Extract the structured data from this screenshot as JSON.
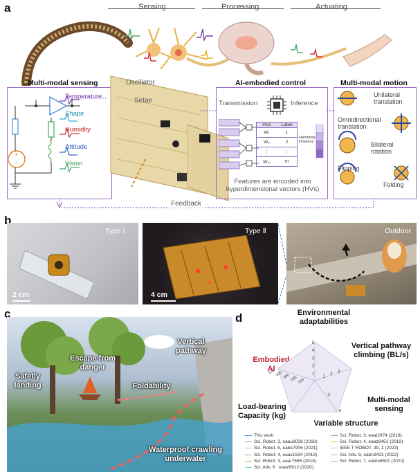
{
  "panels": {
    "a": "a",
    "b": "b",
    "c": "c",
    "d": "d"
  },
  "top_arrows": {
    "sensing": "Sensing",
    "processing": "Processing",
    "actuating": "Actuating"
  },
  "boxes": {
    "sensing": {
      "title": "Multi-modal sensing",
      "labels": {
        "temperature": "Temperature",
        "shape": "Shape",
        "humidity": "Humidity",
        "attitude": "Attitude",
        "vision": "Vision"
      }
    },
    "control": {
      "title": "AI-embodied control",
      "transmission": "Transmission",
      "inference": "Inference",
      "table_headers": [
        "HVs",
        "Label"
      ],
      "table_rows": [
        [
          "W₁",
          "1"
        ],
        [
          "W₂",
          "2"
        ],
        [
          "⋮",
          "⋮"
        ],
        [
          "Wₘ",
          "m"
        ]
      ],
      "hamming": "Hamming Distance",
      "caption": "Features are encoded into hyperdimensional vectors (HVs)"
    },
    "motion": {
      "title": "Multi-modal motion",
      "items": [
        "Unilateral translation",
        "Omnidirectional translation",
        "Bilateral rotation",
        "Flipping",
        "Folding"
      ]
    }
  },
  "robot_labels": {
    "oscillator": "Oscillator",
    "setae": "Setae"
  },
  "feedback": "Feedback",
  "photos": {
    "type1": "Type Ⅰ",
    "type2": "Type Ⅱ",
    "outdoor": "Outdoor",
    "scale1": "2 cm",
    "scale2": "4 cm"
  },
  "scene": {
    "safely_landing": "Safetly landing",
    "escape": "Escape from danger",
    "foldability": "Foldability",
    "vertical": "Vertical pathway",
    "waterproof": "Waterproof crawling underwater"
  },
  "radar": {
    "axes": [
      "Environmental adaptabilities",
      "Vertical pathway climbing (BL/s)",
      "Multi-modal sensing",
      "Variable structure",
      "Load-bearing Capacity (kg)"
    ],
    "center_label": "Embodied AI",
    "ticks_top": [
      "5",
      "4",
      "3",
      "2",
      "1"
    ],
    "ticks_right": [
      "3",
      "2",
      "1"
    ],
    "ticks_bottom_right": [
      "6",
      "3"
    ],
    "ticks_left": [
      "500",
      "400",
      "300",
      "200",
      "100"
    ],
    "colors": {
      "this_work": "#6a9ad6",
      "accent_red": "#c0202a",
      "grid": "#b9b3d6"
    }
  },
  "legend": [
    {
      "label": "This work",
      "color": "#5b8fd6"
    },
    {
      "label": "Sci. Robot. 3, eaat2874 (2018)",
      "color": "#9a9a9a"
    },
    {
      "label": "Sci. Robot. 3, eaau3038 (2018)",
      "color": "#7b9fcf"
    },
    {
      "label": "Sci. Robot. 4, eaaz6451 (2019)",
      "color": "#e5c35a"
    },
    {
      "label": "Sci. Robot. 6, eabe7906 (2021)",
      "color": "#c9b9e2"
    },
    {
      "label": "IEEE T ROBOT. 39, 1 (2023)",
      "color": "#bbbbbb"
    },
    {
      "label": "Sci. Robot. 4, eaax1594 (2019)",
      "color": "#b08fd0"
    },
    {
      "label": "Sci. Adv. 8, eabn3431 (2022)",
      "color": "#7fc6c0"
    },
    {
      "label": "Sci. Robot. 3, eaar7555 (2018)",
      "color": "#e0a04e"
    },
    {
      "label": "Sci. Robot. 7, eabm8597 (2022)",
      "color": "#8fc46a"
    },
    {
      "label": "Sci. Adv. 6 : eaaz6912 (2020)",
      "color": "#6fd0d8"
    }
  ]
}
